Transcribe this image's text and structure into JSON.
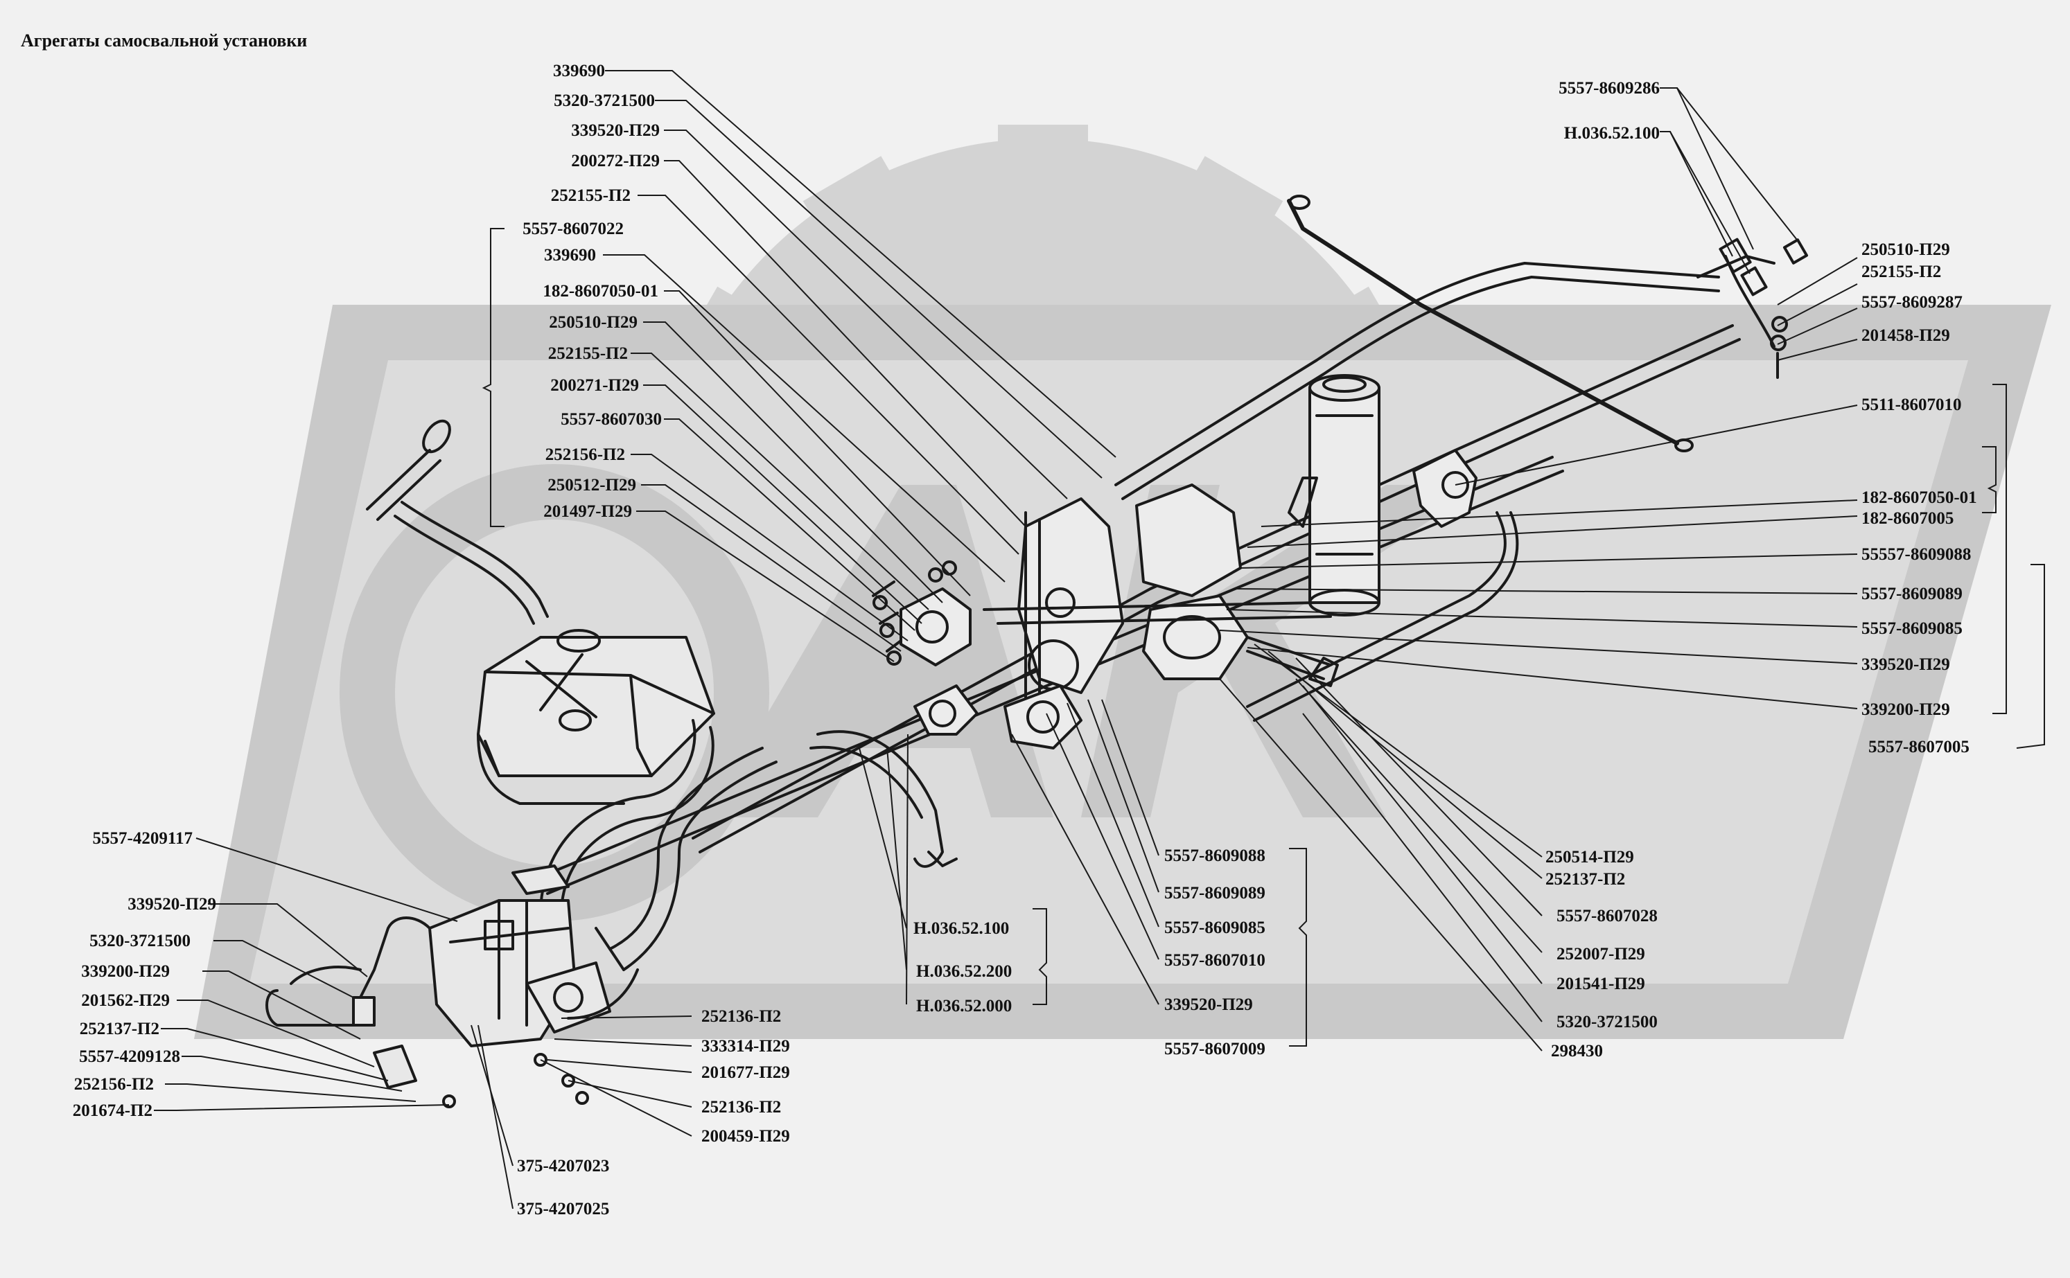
{
  "title": "Агрегаты самосвальной установки",
  "watermark_text": "ОАК",
  "colors": {
    "background": "#f1f1f1",
    "watermark": "#cfcfcf",
    "watermark_inner": "#dedede",
    "ink": "#111111"
  },
  "labels": {
    "l_339690_a": "339690",
    "l_5320_3721500_a": "5320-3721500",
    "l_339520_p29_a": "339520-П29",
    "l_200272": "200272-П29",
    "l_252155_a": "252155-П2",
    "l_5557_8607022": "5557-8607022",
    "l_339690_b": "339690",
    "l_182_8607050_01_a": "182-8607050-01",
    "l_250510_a": "250510-П29",
    "l_252155_b": "252155-П2",
    "l_200271": "200271-П29",
    "l_5557_8607030": "5557-8607030",
    "l_252156_a": "252156-П2",
    "l_250512": "250512-П29",
    "l_201497": "201497-П29",
    "l_5557_8609286": "5557-8609286",
    "l_n03652100_a": "Н.036.52.100",
    "l_250510_b": "250510-П29",
    "l_252155_c": "252155-П2",
    "l_5557_8609287": "5557-8609287",
    "l_201458": "201458-П29",
    "l_5511_8607010": "5511-8607010",
    "l_182_8607050_01_b": "182-8607050-01",
    "l_182_8607005": "182-8607005",
    "l_55557_8609088": "55557-8609088",
    "l_5557_8609089_a": "5557-8609089",
    "l_5557_8609085_a": "5557-8609085",
    "l_339520_p29_b": "339520-П29",
    "l_339200_p29_a": "339200-П29",
    "l_5557_8607005": "5557-8607005",
    "l_250514": "250514-П29",
    "l_252137_a": "252137-П2",
    "l_5557_8607028": "5557-8607028",
    "l_252007": "252007-П29",
    "l_201541": "201541-П29",
    "l_5320_3721500_b": "5320-3721500",
    "l_298430": "298430",
    "l_5557_8609088_b": "5557-8609088",
    "l_5557_8609089_b": "5557-8609089",
    "l_5557_8609085_b": "5557-8609085",
    "l_5557_8607010": "5557-8607010",
    "l_339520_p29_c": "339520-П29",
    "l_5557_8607009": "5557-8607009",
    "l_n03652100_b": "Н.036.52.100",
    "l_n03652200": "Н.036.52.200",
    "l_n03652000": "Н.036.52.000",
    "l_5557_4209117": "5557-4209117",
    "l_339520_p29_d": "339520-П29",
    "l_5320_3721500_c": "5320-3721500",
    "l_339200_p29_b": "339200-П29",
    "l_201562": "201562-П29",
    "l_252137_b": "252137-П2",
    "l_5557_4209128": "5557-4209128",
    "l_252156_b": "252156-П2",
    "l_201674": "201674-П2",
    "l_252136_a": "252136-П2",
    "l_333314": "333314-П29",
    "l_201677": "201677-П29",
    "l_252136_b": "252136-П2",
    "l_200459": "200459-П29",
    "l_375_4207023": "375-4207023",
    "l_375_4207025": "375-4207025"
  }
}
